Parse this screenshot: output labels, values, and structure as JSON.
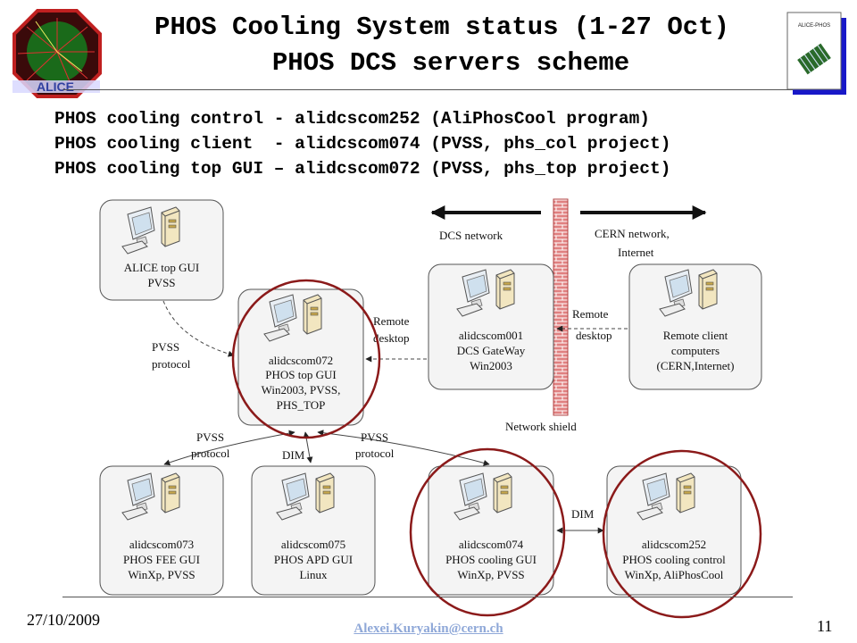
{
  "slide": {
    "title_line1": "PHOS Cooling System status (1-27 Oct)",
    "title_line2": "PHOS DCS servers scheme",
    "info_lines": [
      "PHOS cooling control - alidcscom252 (AliPhosCool program)",
      "PHOS cooling client  - alidcscom074 (PVSS, phs_col project)",
      "PHOS cooling top GUI – alidcscom072 (PVSS, phs_top project)"
    ],
    "footer_date": "27/10/2009",
    "footer_email": "Alexei.Kuryakin@cern.ch",
    "page_number": "11"
  },
  "logos": {
    "alice_logo_text": "ALICE",
    "phos_logo_text": "ALICE-PHOS"
  },
  "diagram": {
    "nodes": {
      "alice_top": [
        "ALICE top GUI",
        "PVSS"
      ],
      "alidcscom072": [
        "alidcscom072",
        "PHOS top GUI",
        "Win2003, PVSS,",
        "PHS_TOP"
      ],
      "alidcscom001": [
        "alidcscom001",
        "DCS GateWay",
        "Win2003"
      ],
      "remote_client": [
        "Remote client",
        "computers",
        "(CERN,Internet)"
      ],
      "alidcscom073": [
        "alidcscom073",
        "PHOS FEE GUI",
        "WinXp, PVSS"
      ],
      "alidcscom075": [
        "alidcscom075",
        "PHOS APD GUI",
        "Linux"
      ],
      "alidcscom074": [
        "alidcscom074",
        "PHOS cooling GUI",
        "WinXp, PVSS"
      ],
      "alidcscom252": [
        "alidcscom252",
        "PHOS cooling control",
        "WinXp, AliPhosCool"
      ]
    },
    "labels": {
      "dcs_network": "DCS network",
      "cern_network": [
        "CERN network,",
        "Internet"
      ],
      "network_shield": "Network shield",
      "remote_desktop_left": [
        "Remote",
        "desktop"
      ],
      "remote_desktop_right": [
        "Remote",
        "desktop"
      ],
      "pvss_protocol_top": [
        "PVSS",
        "protocol"
      ],
      "pvss_protocol_left": [
        "PVSS",
        "protocol"
      ],
      "pvss_protocol_right": [
        "PVSS",
        "protocol"
      ],
      "dim_mid": "DIM",
      "dim_right": "DIM"
    },
    "highlight_color": "#8b1a1a"
  }
}
